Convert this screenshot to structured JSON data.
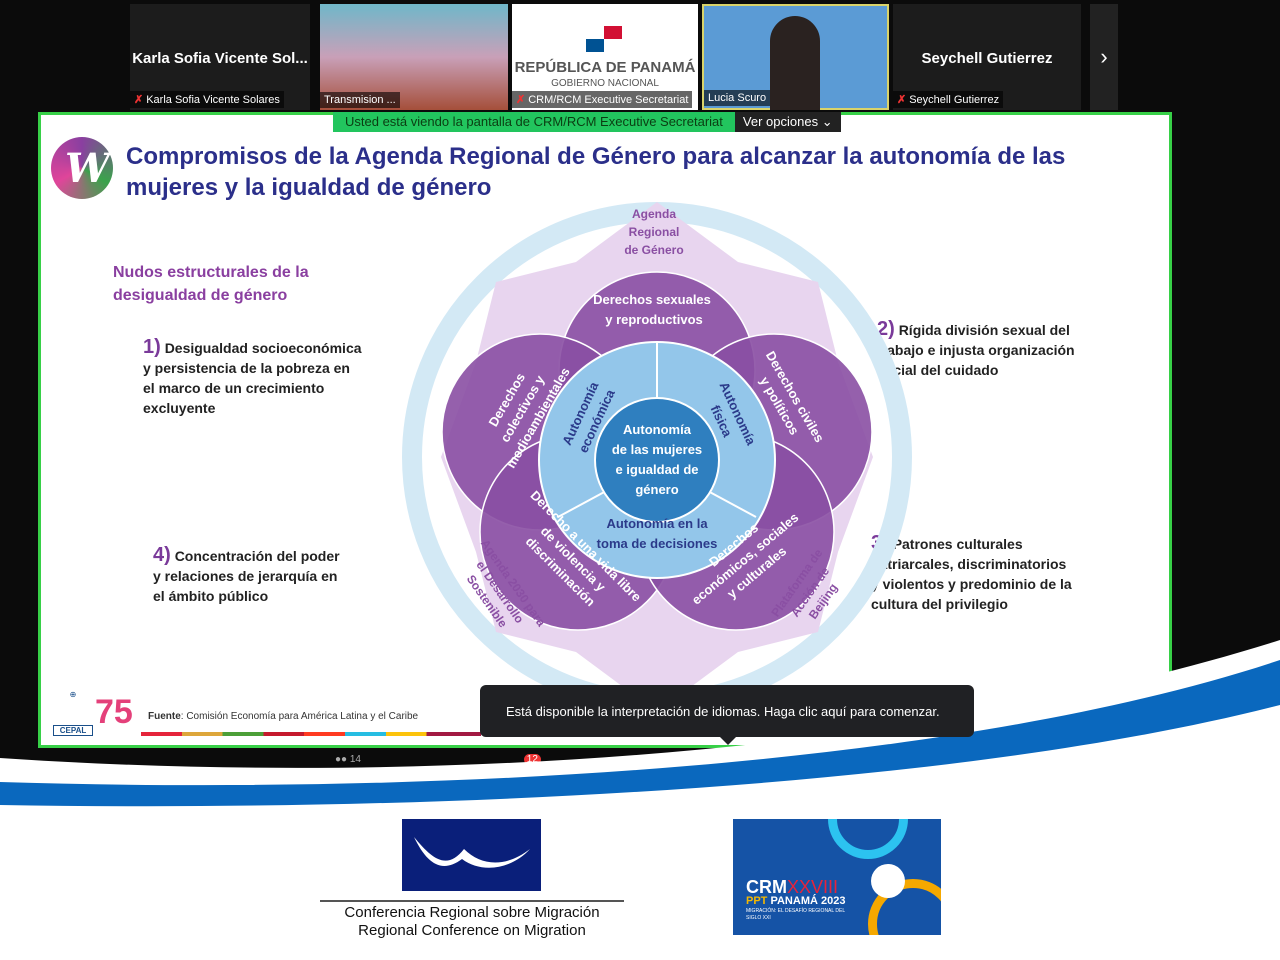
{
  "participants": [
    {
      "name": "Karla Sofia Vicente Sol...",
      "label": "Karla Sofia Vicente Solares"
    },
    {
      "label": "Transmision ..."
    },
    {
      "title": "REPÚBLICA DE PANAMÁ",
      "subtitle": "GOBIERNO NACIONAL",
      "label": "CRM/RCM Executive Secretariat"
    },
    {
      "label": "Lucia Scuro"
    },
    {
      "name": "Seychell Gutierrez",
      "label": "Seychell Gutierrez"
    }
  ],
  "next_icon": "chevron-right-icon",
  "share_banner": {
    "message": "Usted está viendo la pantalla de CRM/RCM Executive Secretariat",
    "options": "Ver opciones"
  },
  "slide": {
    "title": "Compromisos de la Agenda Regional de Género para alcanzar la autonomía de las mujeres y la igualdad de género",
    "nudos": [
      "Nudos estructurales de la",
      "desigualdad de género"
    ],
    "items": [
      {
        "n": "1)",
        "lines": [
          "Desigualdad socioeconómica",
          "y persistencia de la pobreza en",
          "el marco de un crecimiento",
          "excluyente"
        ]
      },
      {
        "n": "2)",
        "lines": [
          "Rígida división sexual del",
          "trabajo e injusta organización",
          "social del cuidado"
        ]
      },
      {
        "n": "3)",
        "lines": [
          "Patrones culturales",
          "patriarcales, discriminatorios",
          "y violentos y predominio de la",
          "cultura del privilegio"
        ]
      },
      {
        "n": "4)",
        "lines": [
          "Concentración del poder",
          "y relaciones de jerarquía en",
          "el ámbito público"
        ]
      }
    ],
    "diagram": {
      "agenda": [
        "Agenda",
        "Regional",
        "de Género"
      ],
      "center": [
        "Autonomía",
        "de las mujeres",
        "e igualdad de",
        "género"
      ],
      "econ": [
        "Autonomía",
        "económica"
      ],
      "fisica": [
        "Autonomía",
        "física"
      ],
      "decisiones": [
        "Autonomía en la",
        "toma de decisiones"
      ],
      "sexuales": [
        "Derechos sexuales",
        "y reproductivos"
      ],
      "colectivos": [
        "Derechos",
        "colectivos y",
        "medioambientales"
      ],
      "civiles": [
        "Derechos civiles",
        "y políticos"
      ],
      "vida": [
        "Derecho a una vida libre",
        "de violencia y",
        "discriminación"
      ],
      "economicos": [
        "Derechos",
        "económicos, sociales",
        "y culturales"
      ],
      "agenda2030": [
        "Agenda 2030 para",
        "el Desarrollo",
        "Sostenible"
      ],
      "beijing": [
        "Plataforma de",
        "Acción de",
        "Beijing"
      ]
    },
    "fuente_label": "Fuente",
    "fuente": ": Comisión Economía para América Latina y el Caribe",
    "cepal": "CEPAL",
    "anniv": "75"
  },
  "tooltip": "Está disponible la interpretación de idiomas. Haga clic aquí para comenzar.",
  "toolbar": {
    "participants": "14",
    "chat_badge": "12"
  },
  "footer": {
    "crl_lines": [
      "Conferencia Regional sobre Migración",
      "Regional Conference on Migration"
    ],
    "crm_main": "CRM",
    "crm_roman": "XXVIII",
    "crm_ppt": "PPT",
    "crm_year": "PANAMÁ 2023",
    "crm_sub": "MIGRACIÓN: EL DESAFÍO REGIONAL DEL SIGLO XXI"
  },
  "colors": {
    "purple": "#8a4fa3",
    "blue": "#8fc3e8",
    "navy": "#2b2f8a",
    "green": "#37d047",
    "band": "#0a68be"
  }
}
